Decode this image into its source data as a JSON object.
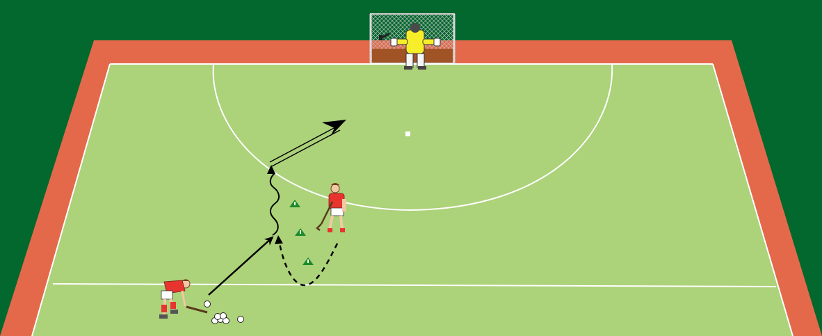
{
  "colors": {
    "background": "#02682d",
    "border": "#e4694b",
    "pitch": "#acd27a",
    "lines": "#ffffff",
    "player_shirt": "#e8342e",
    "player_shorts": "#ffffff",
    "goalkeeper": "#f7ee2a",
    "cone": "#1c8c2a",
    "arrow": "#000000",
    "goal_frame": "#cfcfcf",
    "goal_base": "#a05425"
  },
  "elements": {
    "goal": "goal-icon",
    "goalkeeper": "goalkeeper-icon",
    "penalty_spot": "penalty-spot",
    "shooting_circle": "shooting-circle",
    "attacker": "attacker-player-icon",
    "defender": "defender-player-icon",
    "cones": [
      "cone-icon",
      "cone-icon",
      "cone-icon"
    ],
    "ball_pile": "balls-icon",
    "pass_arrow": "pass-arrow",
    "defender_run": "dashed-run-arrow",
    "dribble": "dribble-wavy-line",
    "shot_arrow": "shot-double-arrow"
  }
}
